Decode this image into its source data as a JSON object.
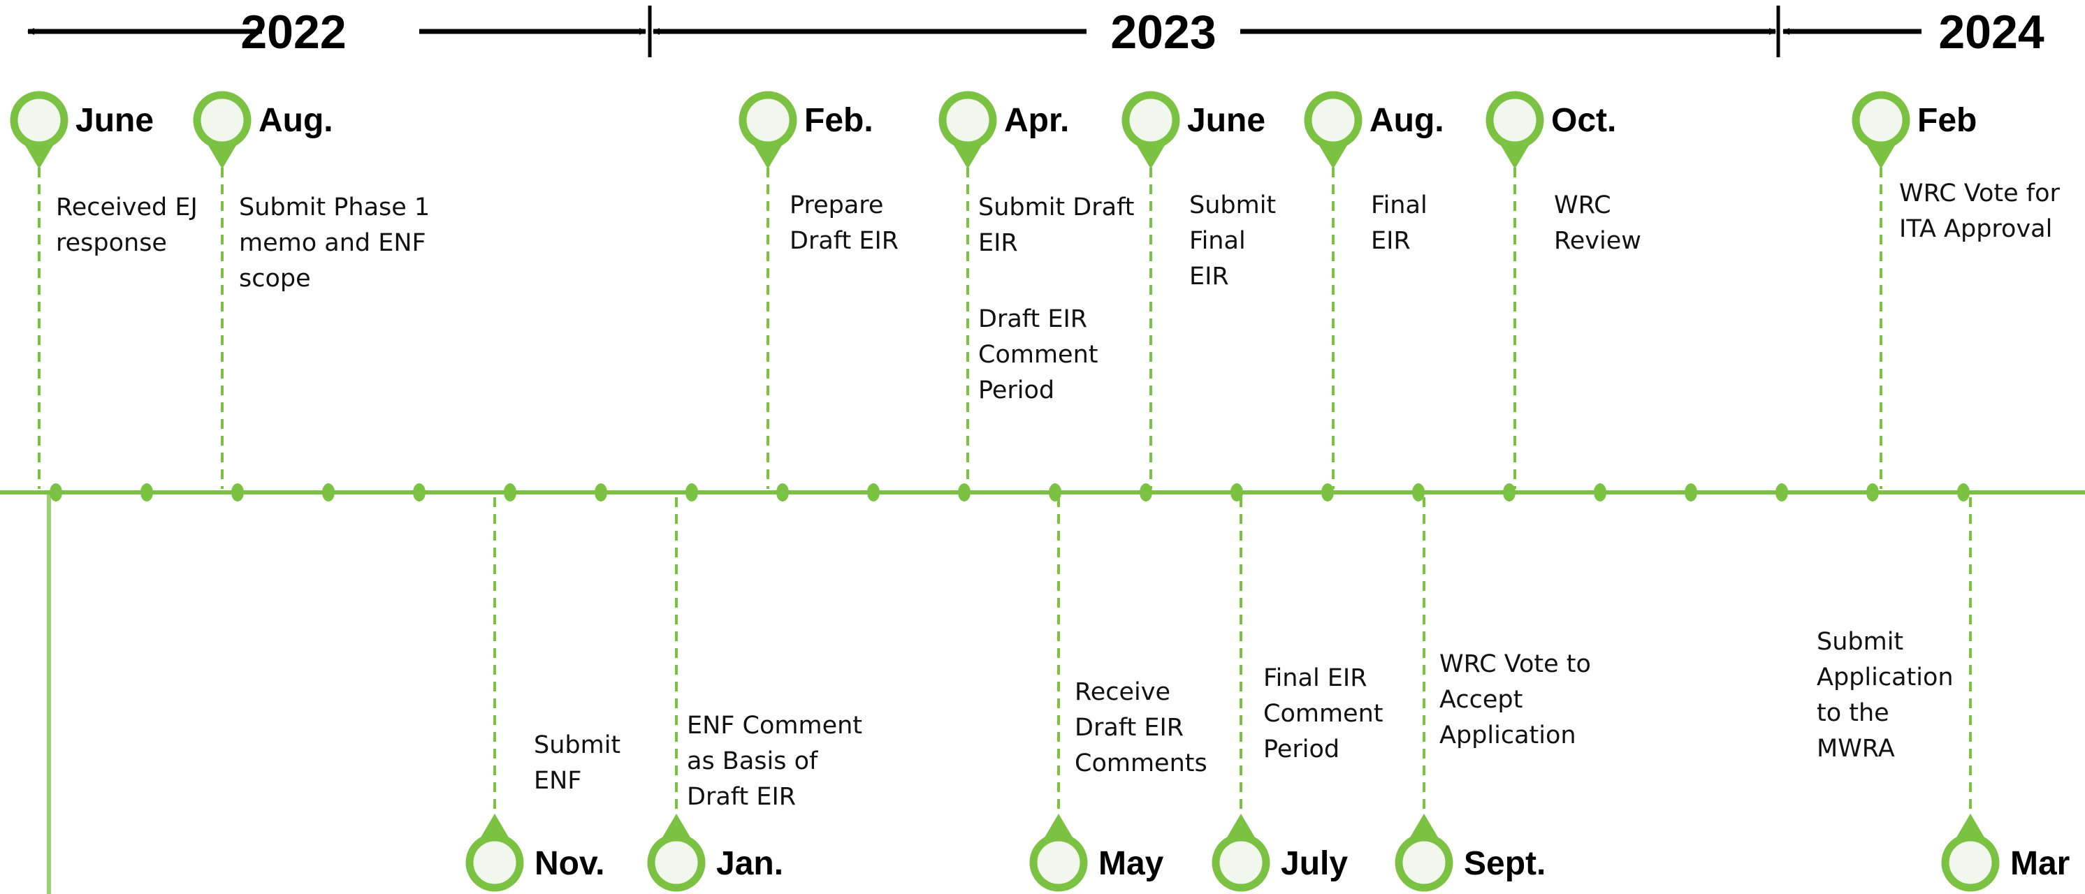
{
  "colors": {
    "accent": "#7CC242",
    "pin_fill": "#F1F7EC",
    "arrow": "#000000",
    "text": "#111111"
  },
  "years": [
    {
      "label": "2022"
    },
    {
      "label": "2023"
    },
    {
      "label": "2024"
    }
  ],
  "events_top": [
    {
      "month": "June",
      "lines": [
        "Received EJ",
        "response"
      ]
    },
    {
      "month": "Aug.",
      "lines": [
        "Submit Phase 1",
        "memo and ENF",
        "scope"
      ]
    },
    {
      "month": "Feb.",
      "lines": [
        "Prepare",
        "Draft EIR"
      ]
    },
    {
      "month": "Apr.",
      "lines": [
        "Submit Draft",
        "EIR"
      ],
      "lines2": [
        "Draft EIR",
        "Comment",
        "Period"
      ]
    },
    {
      "month": "June",
      "lines": [
        "Submit",
        "Final",
        "EIR"
      ]
    },
    {
      "month": "Aug.",
      "lines": [
        "Final",
        "EIR"
      ]
    },
    {
      "month": "Oct.",
      "lines": [
        "WRC",
        "Review"
      ]
    },
    {
      "month": "Feb",
      "lines": [
        "WRC Vote for",
        "ITA Approval"
      ]
    }
  ],
  "events_bottom": [
    {
      "month": "Nov.",
      "lines": [
        "Submit",
        "ENF"
      ]
    },
    {
      "month": "Jan.",
      "lines": [
        "ENF Comment",
        "as Basis of",
        "Draft EIR"
      ]
    },
    {
      "month": "May",
      "lines": [
        "Receive",
        "Draft EIR",
        "Comments"
      ]
    },
    {
      "month": "July",
      "lines": [
        "Final EIR",
        "Comment",
        "Period"
      ]
    },
    {
      "month": "Sept.",
      "lines": [
        "WRC Vote to",
        "Accept",
        "Application"
      ]
    },
    {
      "month": "Mar",
      "lines": [
        "Submit",
        "Application",
        "to the",
        "MWRA"
      ]
    }
  ]
}
